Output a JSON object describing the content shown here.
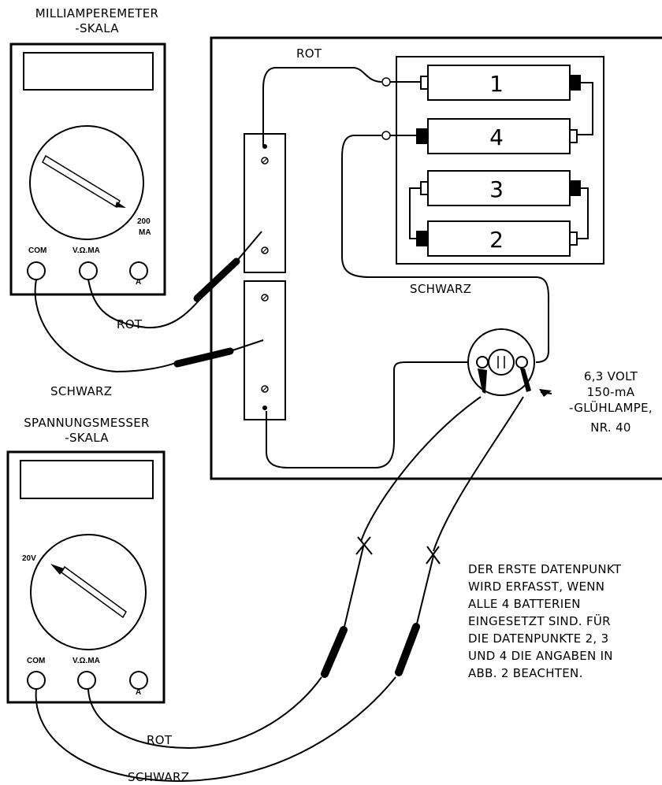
{
  "meters": {
    "milliammeter": {
      "title_line1": "MILLIAMPEREMETER",
      "title_line2": "-SKALA",
      "range": "200",
      "range_unit": "MA",
      "port_com": "COM",
      "port_vohm": "V.Ω.MA",
      "port_a": "A"
    },
    "voltmeter": {
      "title_line1": "SPANNUNGSMESSER",
      "title_line2": "-SKALA",
      "range": "20V",
      "port_com": "COM",
      "port_vohm": "V.Ω.MA",
      "port_a": "A"
    }
  },
  "wires": {
    "rot_top": "ROT",
    "rot_mid": "ROT",
    "schwarz_mid": "SCHWARZ",
    "schwarz_board": "SCHWARZ",
    "rot_bottom": "ROT",
    "schwarz_bottom": "SCHWARZ"
  },
  "batteries": [
    "1",
    "4",
    "3",
    "2"
  ],
  "lamp": {
    "line1": "6,3 VOLT",
    "line2": "150-mA",
    "line3": "-GLÜHLAMPE,",
    "line4": "NR. 40"
  },
  "note": [
    "DER ERSTE DATENPUNKT",
    "WIRD ERFASST, WENN",
    "ALLE 4 BATTERIEN",
    "EINGESETZT SIND. FÜR",
    "DIE DATENPUNKTE 2, 3",
    "UND 4 DIE ANGABEN IN",
    "ABB. 2 BEACHTEN."
  ]
}
